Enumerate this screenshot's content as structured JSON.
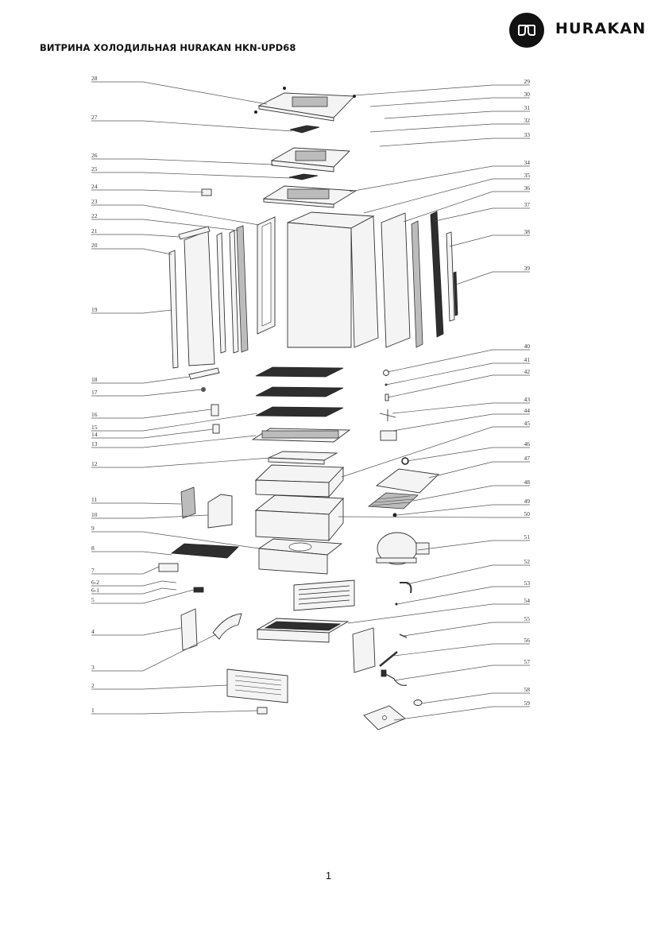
{
  "document": {
    "title": "ВИТРИНА ХОЛОДИЛЬНАЯ HURAKAN HKN-UPD68",
    "brand": "HURAKAN",
    "brand_icon": "hurakan-logo-icon",
    "page_number": "1"
  },
  "diagram": {
    "left_callouts": [
      "28",
      "27",
      "26",
      "25",
      "24",
      "23",
      "22",
      "21",
      "20",
      "19",
      "18",
      "17",
      "16",
      "15",
      "14",
      "13",
      "12",
      "11",
      "10",
      "9",
      "8",
      "7",
      "6-2",
      "6-1",
      "5",
      "4",
      "3",
      "2",
      "1"
    ],
    "right_callouts": [
      "29",
      "30",
      "31",
      "32",
      "33",
      "34",
      "35",
      "36",
      "37",
      "38",
      "39",
      "40",
      "41",
      "42",
      "43",
      "44",
      "45",
      "46",
      "47",
      "48",
      "49",
      "50",
      "51",
      "52",
      "53",
      "54",
      "55",
      "56",
      "57",
      "58",
      "59"
    ]
  }
}
